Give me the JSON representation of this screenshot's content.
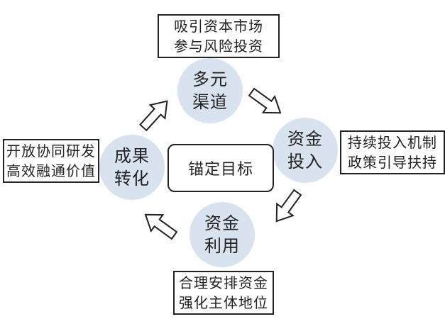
{
  "boxes": {
    "top": [
      "吸引资本市场",
      "参与风险投资"
    ],
    "right": [
      "持续投入机制",
      "政策引导扶持"
    ],
    "bottom": [
      "合理安排资金",
      "强化主体地位"
    ],
    "left": [
      "开放协同研发",
      "高效融通价值"
    ]
  },
  "circles": {
    "top": [
      "多元",
      "渠道"
    ],
    "right": [
      "资金",
      "投入"
    ],
    "bottom": [
      "资金",
      "利用"
    ],
    "left": [
      "成果",
      "转化"
    ]
  },
  "center": "锚定目标"
}
